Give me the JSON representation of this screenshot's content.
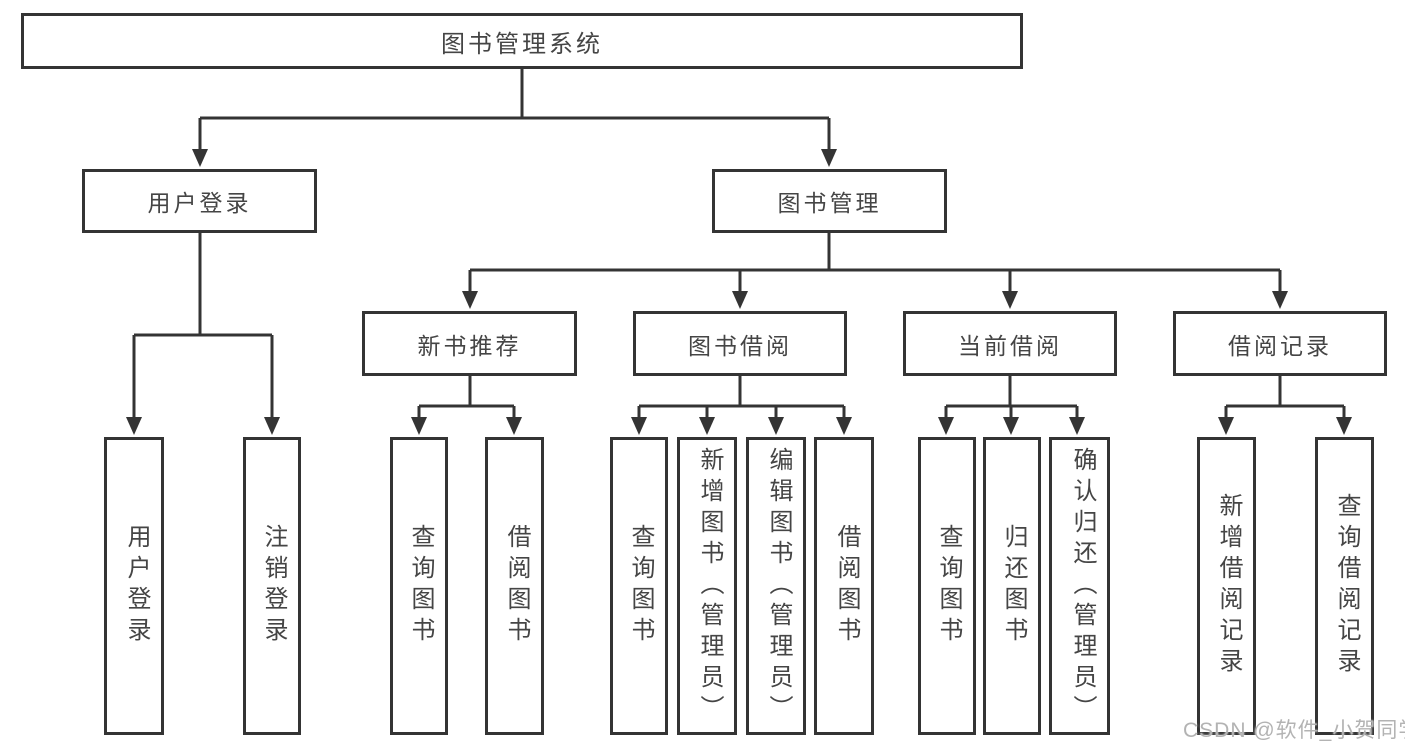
{
  "diagram_title": "图书管理系统",
  "colors": {
    "line": "#343434",
    "box_border": "#343434",
    "box_fill": "#ffffff",
    "text": "#454545",
    "watermark": "#b3b3b3"
  },
  "tree": {
    "label": "图书管理系统",
    "children": [
      {
        "label": "用户登录",
        "children": [
          {
            "label": "用户登录"
          },
          {
            "label": "注销登录"
          }
        ]
      },
      {
        "label": "图书管理",
        "children": [
          {
            "label": "新书推荐",
            "children": [
              {
                "label": "查询图书"
              },
              {
                "label": "借阅图书"
              }
            ]
          },
          {
            "label": "图书借阅",
            "children": [
              {
                "label": "查询图书"
              },
              {
                "label": "新增图书（管理员）"
              },
              {
                "label": "编辑图书（管理员）"
              },
              {
                "label": "借阅图书"
              }
            ]
          },
          {
            "label": "当前借阅",
            "children": [
              {
                "label": "查询图书"
              },
              {
                "label": "归还图书"
              },
              {
                "label": "确认归还（管理员）"
              }
            ]
          },
          {
            "label": "借阅记录",
            "children": [
              {
                "label": "新增借阅记录"
              },
              {
                "label": "查询借阅记录"
              }
            ]
          }
        ]
      }
    ]
  },
  "watermark": {
    "text": "CSDN @软件_小贺同学"
  }
}
